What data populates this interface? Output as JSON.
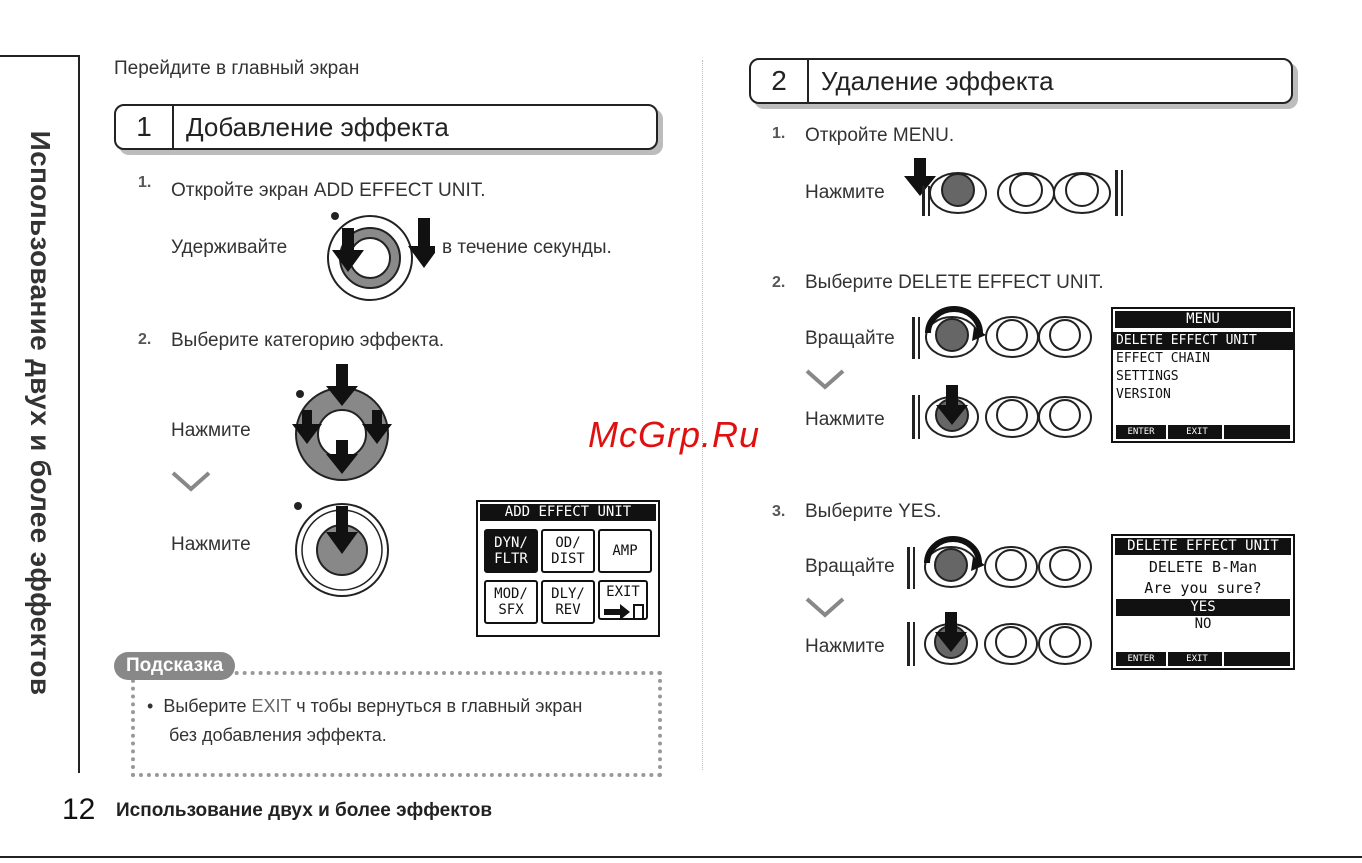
{
  "side_tab": {
    "title": "Использование двух и более эффектов"
  },
  "footer": {
    "page_number": "12",
    "title": "Использование двух и более эффектов"
  },
  "intro": "Перейдите в главный экран",
  "watermark": "McGrp.Ru",
  "section1": {
    "number": "1",
    "title": "Добавление эффекта",
    "step1": {
      "num": "1.",
      "text": "Откройте экран ADD EFFECT UNIT.",
      "hold_label": "Удерживайте",
      "duration": "в течение секунды."
    },
    "step2": {
      "num": "2.",
      "text": "Выберите категорию эффекта.",
      "press1": "Нажмите",
      "press2": "Нажмите"
    },
    "screen": {
      "title": "ADD EFFECT UNIT",
      "buttons": [
        "DYN/\nFLTR",
        "OD/\nDIST",
        "AMP",
        "MOD/\nSFX",
        "DLY/\nREV",
        "EXIT"
      ]
    }
  },
  "hint": {
    "label": "Подсказка",
    "line1_pre": "Выберите ",
    "line1_exit": "EXIT",
    "line1_post": " ч тобы вернуться в главный экран",
    "line2": "без добавления эффекта."
  },
  "section2": {
    "number": "2",
    "title": "Удаление эффекта",
    "step1": {
      "num": "1.",
      "text": "Откройте MENU.",
      "press": "Нажмите"
    },
    "step2": {
      "num": "2.",
      "text": "Выберите DELETE EFFECT UNIT.",
      "rotate": "Вращайте",
      "press": "Нажмите"
    },
    "step3": {
      "num": "3.",
      "text": "Выберите YES.",
      "rotate": "Вращайте",
      "press": "Нажмите"
    },
    "menu_screen": {
      "title": "MENU",
      "items": [
        "DELETE EFFECT UNIT",
        "EFFECT CHAIN",
        "SETTINGS",
        "VERSION"
      ],
      "footer": [
        "ENTER",
        "EXIT"
      ]
    },
    "confirm_screen": {
      "title": "DELETE EFFECT UNIT",
      "line1": "DELETE B-Man",
      "line2": "Are you sure?",
      "yes": "YES",
      "no": "NO",
      "footer": [
        "ENTER",
        "EXIT"
      ]
    }
  }
}
